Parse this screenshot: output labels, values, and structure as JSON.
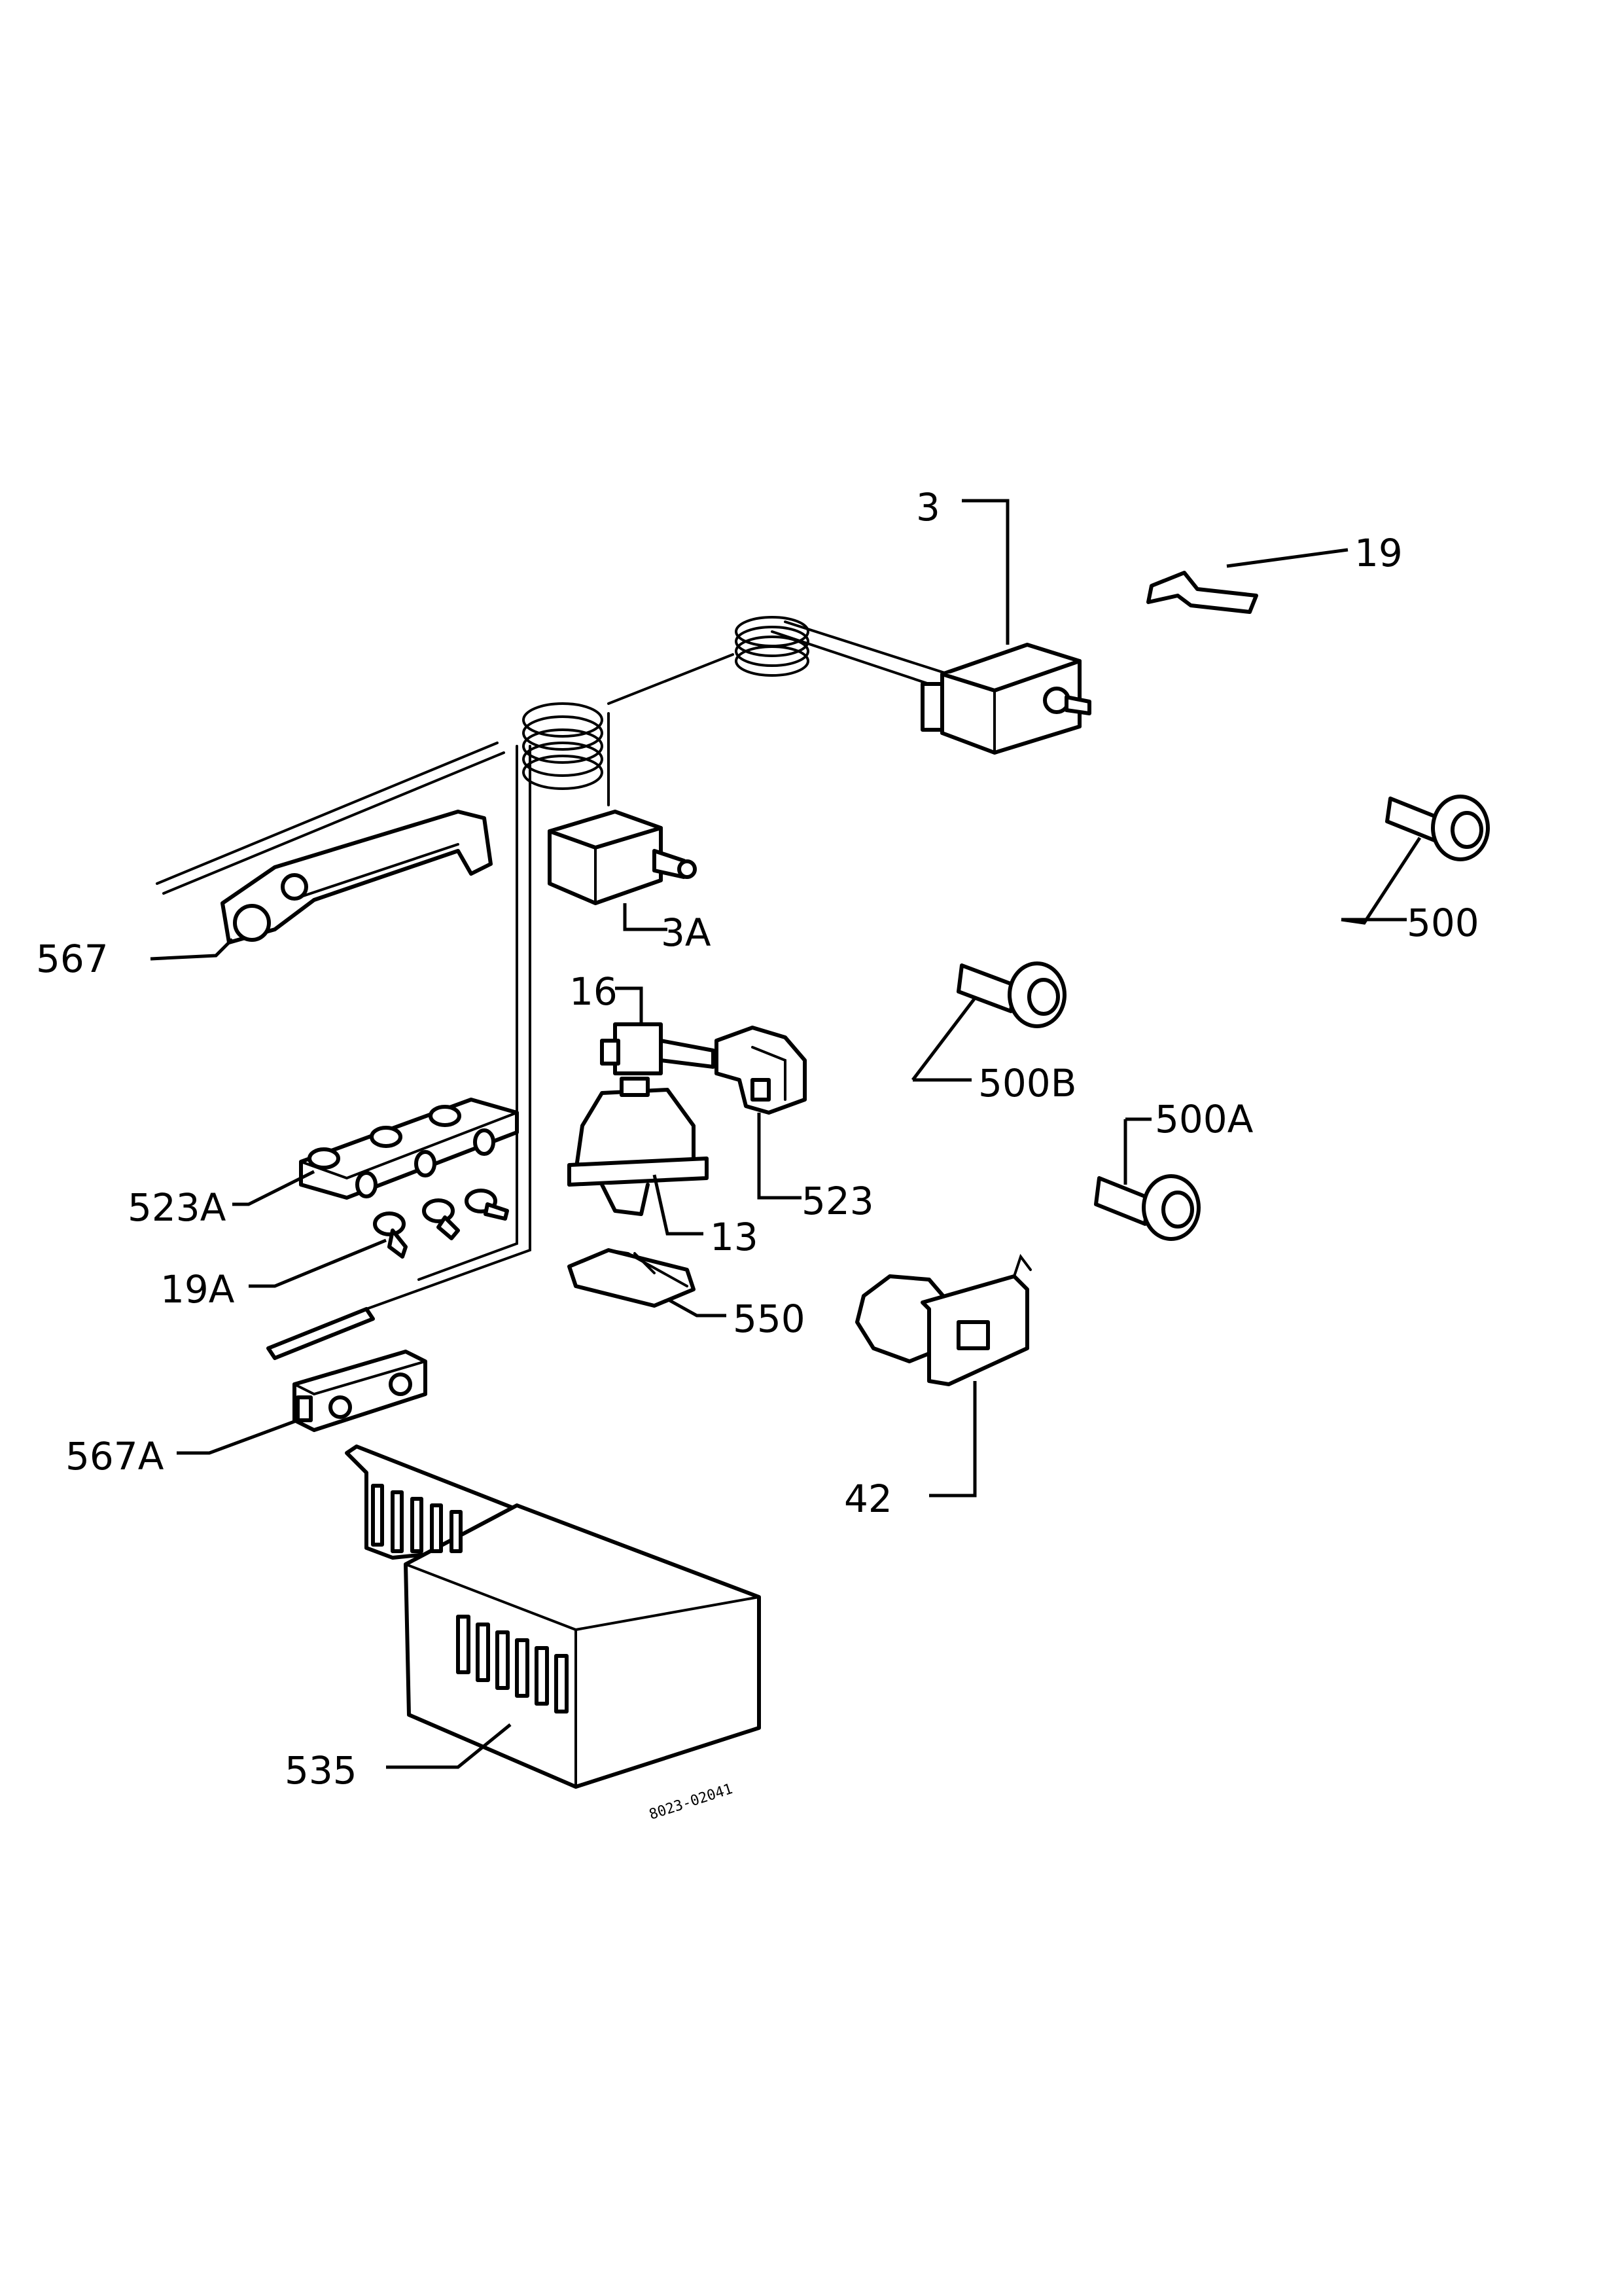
{
  "callouts": [
    {
      "id": "3",
      "text": "3"
    },
    {
      "id": "19",
      "text": "19"
    },
    {
      "id": "500",
      "text": "500"
    },
    {
      "id": "3a",
      "text": "3A"
    },
    {
      "id": "567",
      "text": "567"
    },
    {
      "id": "16",
      "text": "16"
    },
    {
      "id": "500b",
      "text": "500B"
    },
    {
      "id": "500a",
      "text": "500A"
    },
    {
      "id": "523",
      "text": "523"
    },
    {
      "id": "523a",
      "text": "523A"
    },
    {
      "id": "13",
      "text": "13"
    },
    {
      "id": "19a",
      "text": "19A"
    },
    {
      "id": "550",
      "text": "550"
    },
    {
      "id": "567a",
      "text": "567A"
    },
    {
      "id": "42",
      "text": "42"
    },
    {
      "id": "535",
      "text": "535"
    }
  ],
  "drawing_code": "8023-02041"
}
